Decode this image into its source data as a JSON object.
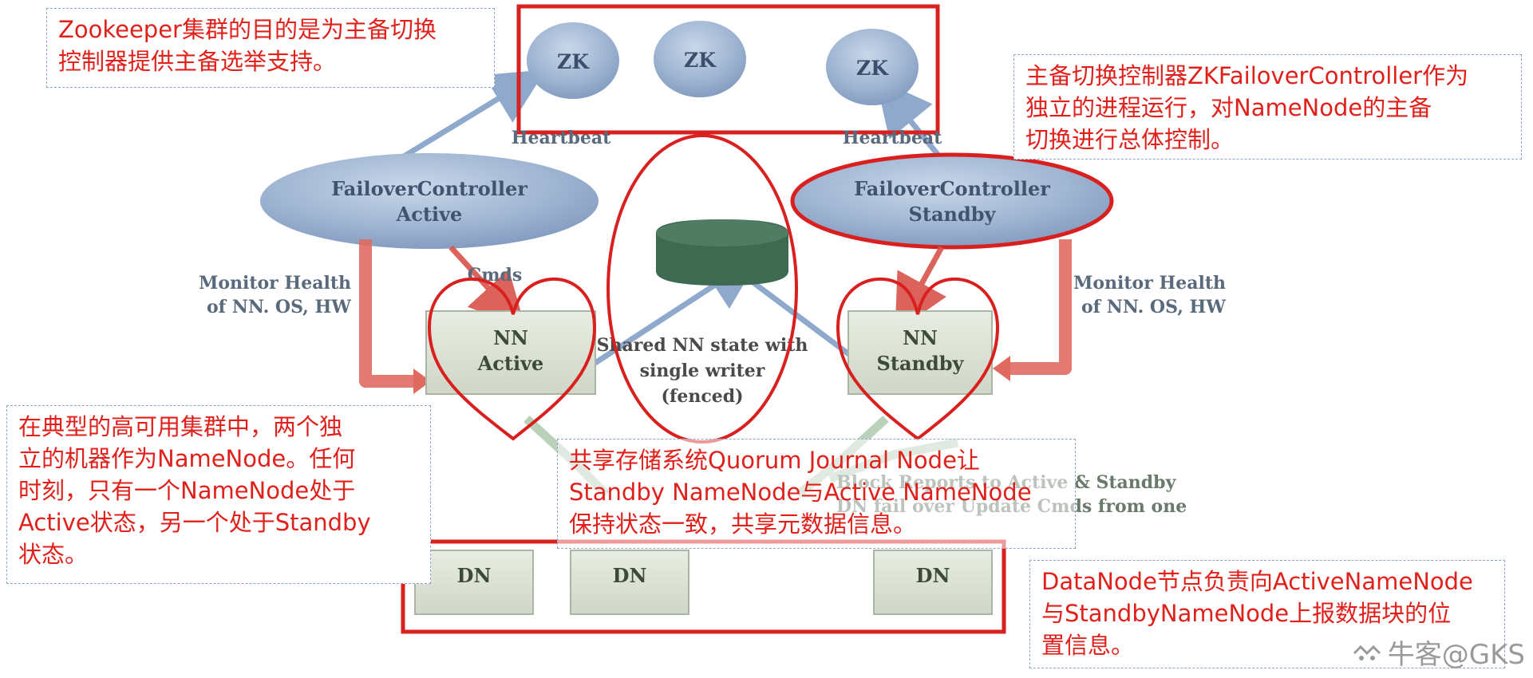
{
  "diagram": {
    "zk_nodes": [
      "ZK",
      "ZK",
      "ZK"
    ],
    "heartbeat_left": "Heartbeat",
    "heartbeat_right": "Heartbeat",
    "fc_active": {
      "line1": "FailoverController",
      "line2": "Active"
    },
    "fc_standby": {
      "line1": "FailoverController",
      "line2": "Standby"
    },
    "cmds": "Cmds",
    "monitor_left": {
      "line1": "Monitor Health",
      "line2": "of NN. OS, HW"
    },
    "monitor_right": {
      "line1": "Monitor Health",
      "line2": "of NN. OS, HW"
    },
    "nn_active": {
      "line1": "NN",
      "line2": "Active"
    },
    "nn_standby": {
      "line1": "NN",
      "line2": "Standby"
    },
    "shared_state": {
      "line1": "Shared NN state with",
      "line2": "single writer",
      "line3": "(fenced)"
    },
    "block_reports": {
      "line1": "Block Reports to Active & Standby",
      "line2": "DN fail over Update Cmds from one"
    },
    "dn_nodes": [
      "DN",
      "DN",
      "DN"
    ]
  },
  "notes": {
    "zookeeper": "Zookeeper集群的目的是为主备切换\n控制器提供主备选举支持。",
    "zkfc": "主备切换控制器ZKFailoverController作为\n独立的进程运行，对NameNode的主备\n切换进行总体控制。",
    "ha_cluster": "在典型的高可用集群中，两个独\n立的机器作为NameNode。任何\n时刻，只有一个NameNode处于\nActive状态，另一个处于Standby\n状态。",
    "qjn": "共享存储系统Quorum Journal Node让\nStandby NameNode与Active NameNode\n保持状态一致，共享元数据信息。",
    "datanode": "DataNode节点负责向ActiveNameNode\n与StandbyNameNode上报数据块的位\n置信息。"
  },
  "watermark": "牛客@GKS",
  "colors": {
    "highlight_red": "#d9201e",
    "node_blue": "#9fb5d2",
    "nn_box": "#dde3d6",
    "storage_green": "#3f6a52",
    "arrow_red": "#d9534a",
    "arrow_blue": "#8fa9cc",
    "arrow_green": "#8cae8c"
  }
}
